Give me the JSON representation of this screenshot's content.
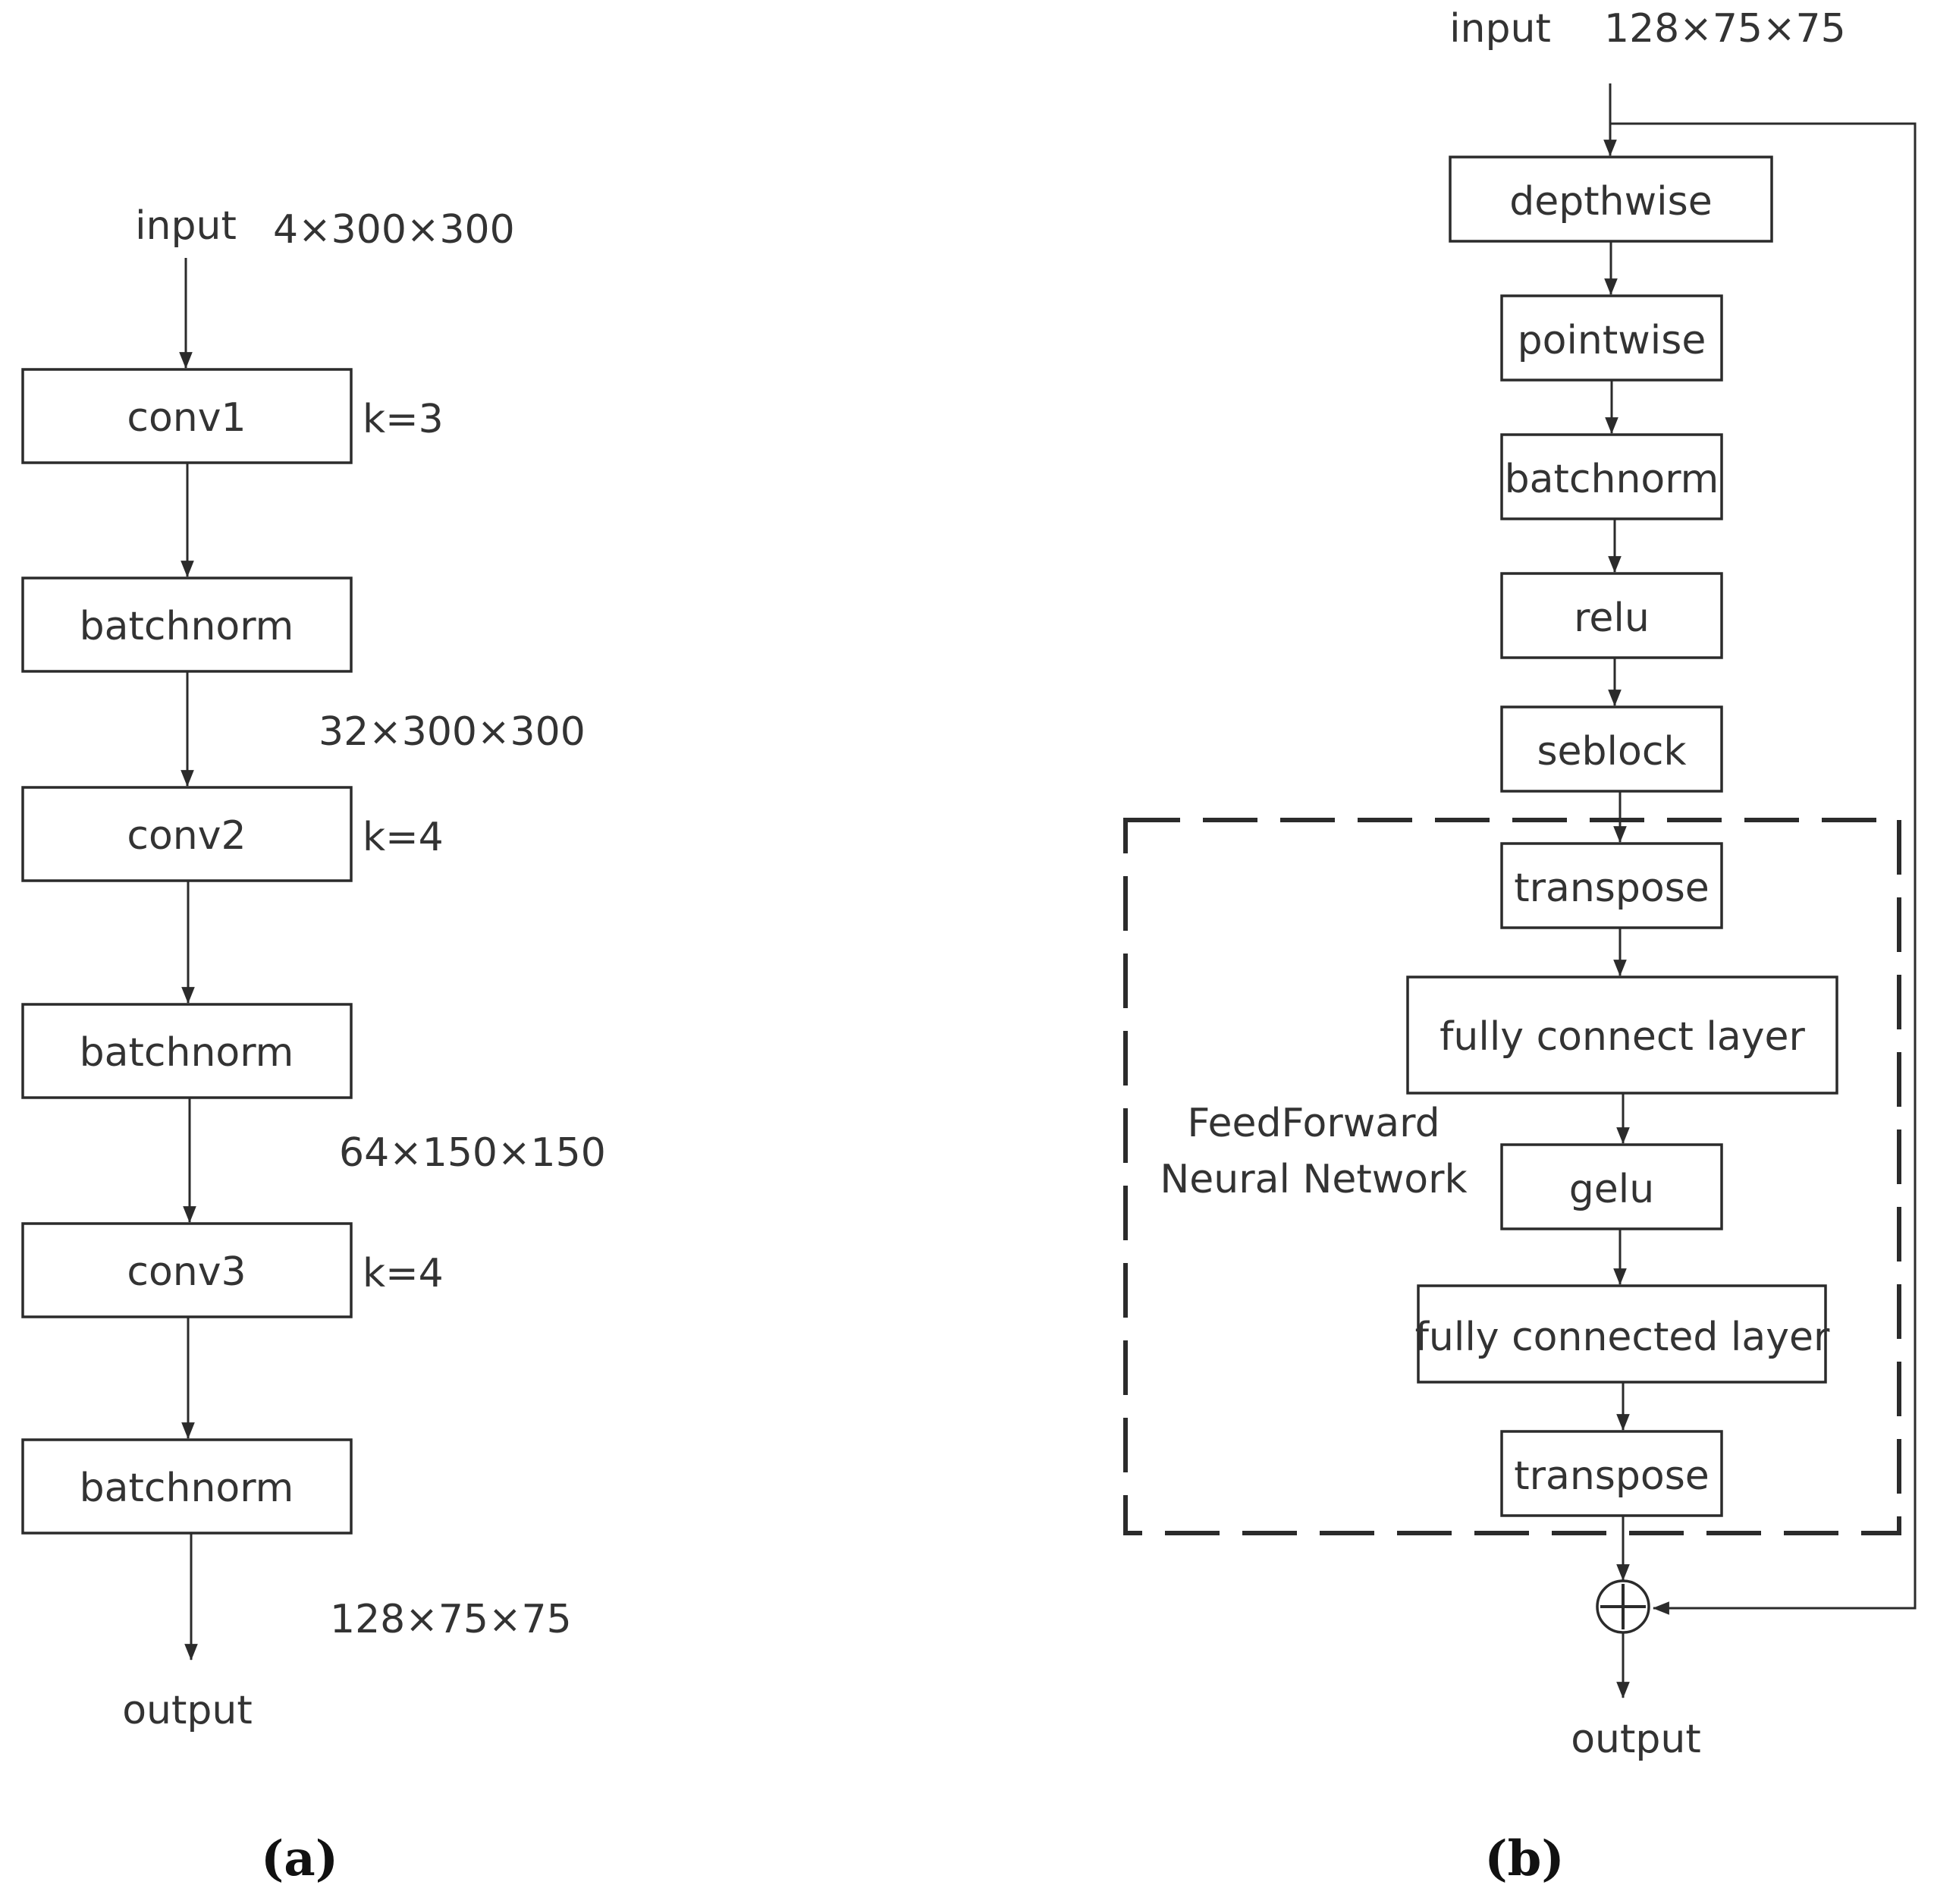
{
  "panel_a": {
    "input_label": "input",
    "input_dims": "4×300×300",
    "conv1": "conv1",
    "k1": "k=3",
    "batchnorm1": "batchnorm",
    "dims_after_bn1": "32×300×300",
    "conv2": "conv2",
    "k2": "k=4",
    "batchnorm2": "batchnorm",
    "dims_after_bn2": "64×150×150",
    "conv3": "conv3",
    "k3": "k=4",
    "batchnorm3": "batchnorm",
    "output_dims": "128×75×75",
    "output_label": "output",
    "caption": "(a)"
  },
  "panel_b": {
    "input_label": "input",
    "input_dims": "128×75×75",
    "depthwise": "depthwise",
    "pointwise": "pointwise",
    "batchnorm": "batchnorm",
    "relu": "relu",
    "seblock": "seblock",
    "transpose1": "transpose",
    "fc1": "fully connect layer",
    "group_label_line1": "FeedForward",
    "group_label_line2": "Neural Network",
    "gelu": "gelu",
    "fc2": "fully connected layer",
    "transpose2": "transpose",
    "add_symbol": "+",
    "output_label": "output",
    "caption": "(b)"
  }
}
